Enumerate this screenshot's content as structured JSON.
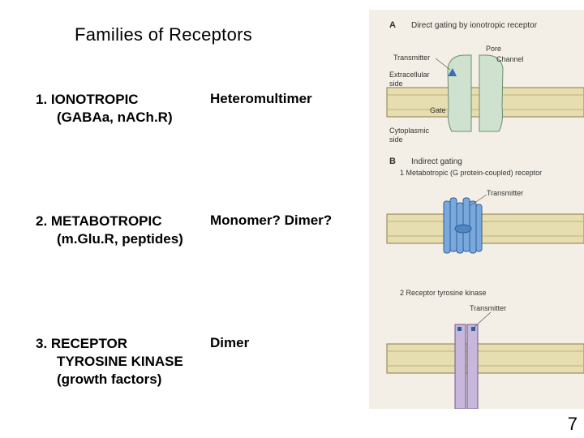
{
  "slide": {
    "title": "Families of  Receptors",
    "page_number": "7"
  },
  "families": [
    {
      "line1": "1.  IONOTROPIC",
      "line2": "(GABAa, nACh.R)",
      "description": "Heteromultimer"
    },
    {
      "line1": "2.  METABOTROPIC",
      "line2": "(m.Glu.R, peptides)",
      "description": "Monomer? Dimer?"
    },
    {
      "line1": "3.  RECEPTOR",
      "line2": "TYROSINE KINASE",
      "line3": "(growth factors)",
      "description": "Dimer"
    }
  ],
  "figure": {
    "panel_a": {
      "letter": "A",
      "title": "Direct gating by ionotropic receptor",
      "labels": {
        "pore": "Pore",
        "transmitter": "Transmitter",
        "channel": "Channel",
        "extracellular": "Extracellular",
        "extracellular2": "side",
        "gate": "Gate",
        "cytoplasmic": "Cytoplasmic",
        "cytoplasmic2": "side"
      }
    },
    "panel_b": {
      "letter": "B",
      "title": "Indirect gating",
      "sub1": "1  Metabotropic (G protein-coupled) receptor",
      "transmitter1": "Transmitter",
      "sub2": "2  Receptor tyrosine kinase",
      "transmitter2": "Transmitter"
    },
    "colors": {
      "membrane": "#e6ddb0",
      "membrane_edge": "#8b7d4a",
      "channel": "#cfe2cf",
      "gpcr": "#79a9dc",
      "rtk": "#c9b6dc",
      "background": "#f3efe6"
    }
  }
}
